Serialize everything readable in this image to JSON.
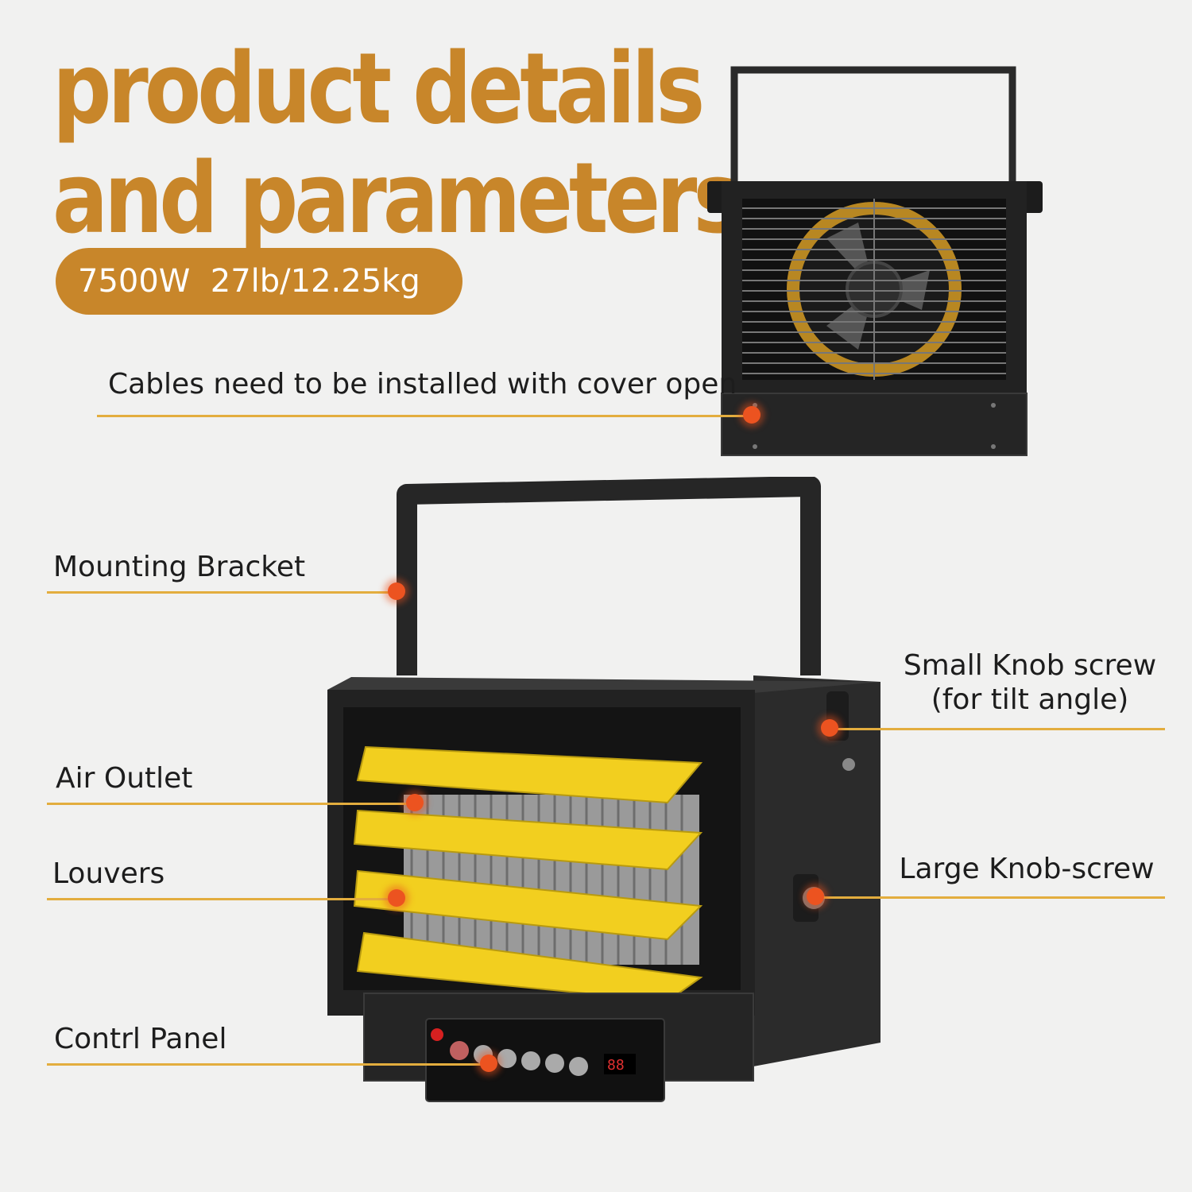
{
  "heading": {
    "line1": "product details",
    "line2": "and parameters"
  },
  "specs": "7500W  27lb/12.25kg",
  "callouts": {
    "cables": "Cables need to be installed with cover open",
    "mounting_bracket": "Mounting Bracket",
    "air_outlet": "Air Outlet",
    "louvers": "Louvers",
    "control_panel": "Contrl Panel",
    "small_knob_line1": "Small Knob screw",
    "small_knob_line2": "(for tilt angle)",
    "large_knob": "Large Knob-screw"
  },
  "display_readout": "88",
  "colors": {
    "accent": "#c8862a",
    "leader_line": "#e3ad3e",
    "marker": "#ec5320",
    "heater_body": "#2b2b2b",
    "louver": "#f2cf1f"
  }
}
